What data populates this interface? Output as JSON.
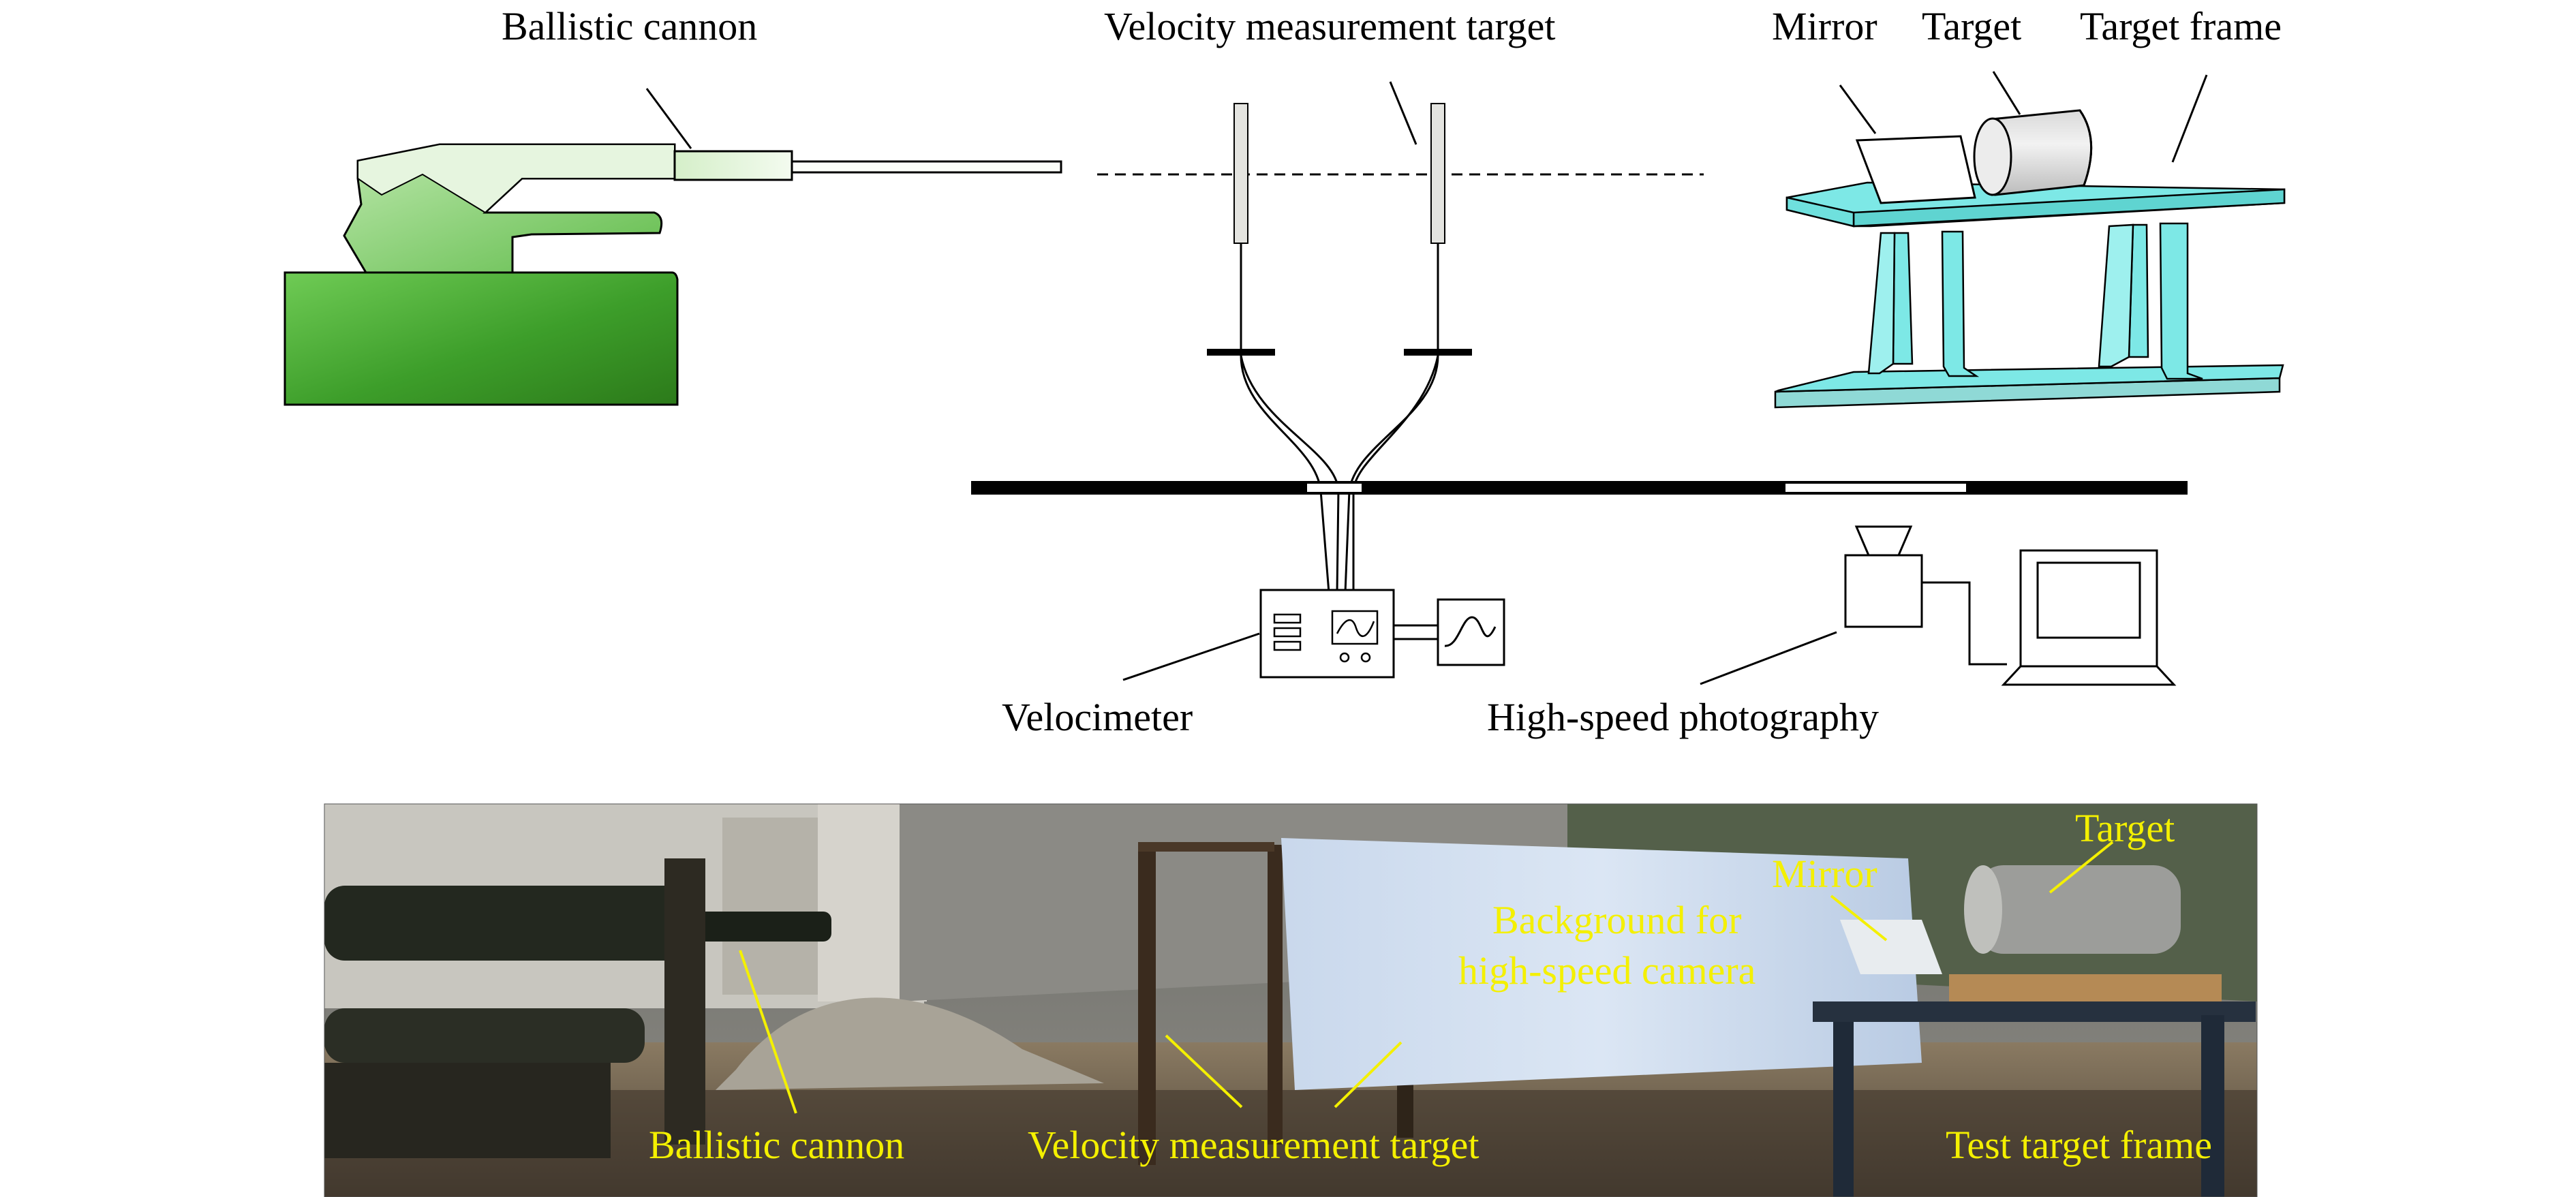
{
  "schematic": {
    "labels": {
      "ballistic_cannon": "Ballistic cannon",
      "velocity_target": "Velocity measurement target",
      "mirror": "Mirror",
      "target": "Target",
      "target_frame": "Target frame",
      "velocimeter": "Velocimeter",
      "high_speed_photography": "High-speed photography"
    }
  },
  "photo": {
    "labels": {
      "target": "Target",
      "mirror": "Mirror",
      "background_line1": "Background for",
      "background_line2": "high-speed camera",
      "ballistic_cannon": "Ballistic cannon",
      "velocity_target": "Velocity measurement target",
      "test_target_frame": "Test target frame"
    }
  },
  "colors": {
    "cannon_green": "#3f9b2a",
    "frame_cyan": "#7de8e6",
    "photo_label_yellow": "#f4f000"
  }
}
